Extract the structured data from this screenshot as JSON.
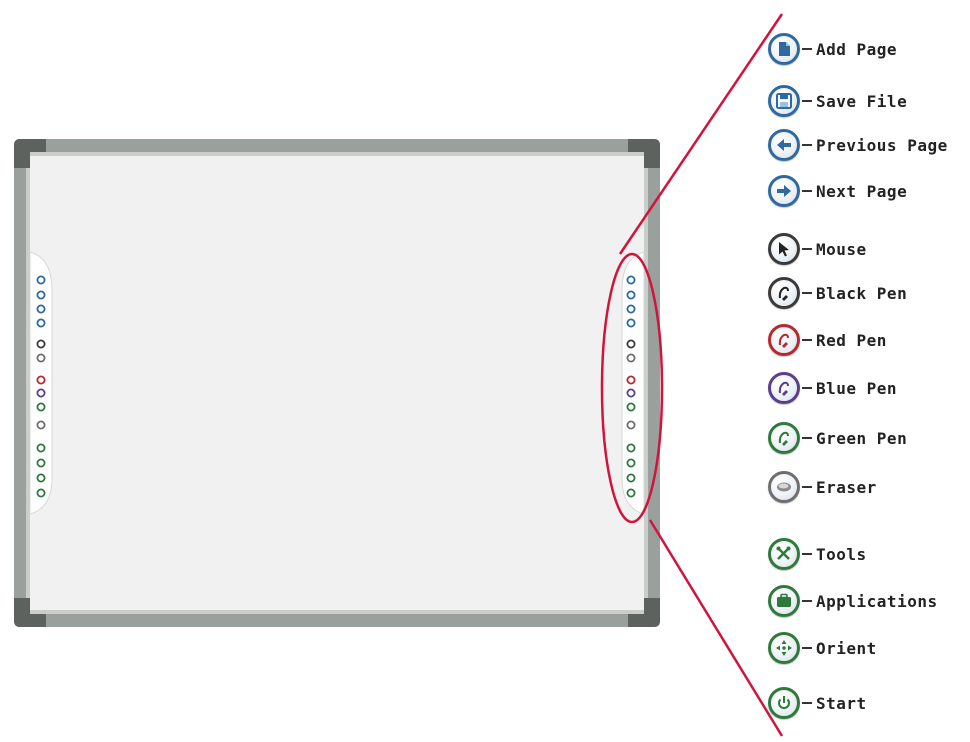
{
  "colors": {
    "frame": "#9aa19c",
    "frame_corner": "#5d625f",
    "board_surface": "#f1f1f1",
    "callout_line": "#d0143c",
    "ring_blue": "#2e6aa0",
    "ring_black": "#3a3a3a",
    "ring_red": "#b8282f",
    "ring_purple": "#5a3f8e",
    "ring_green": "#2f7a3b",
    "ring_gray": "#6f6f6f"
  },
  "legend": {
    "items": [
      {
        "label": "Add Page",
        "icon": "add-page-icon",
        "ring": "#2e6aa0"
      },
      {
        "label": "Save File",
        "icon": "save-file-icon",
        "ring": "#2e6aa0"
      },
      {
        "label": "Previous Page",
        "icon": "previous-page-icon",
        "ring": "#2e6aa0"
      },
      {
        "label": "Next Page",
        "icon": "next-page-icon",
        "ring": "#2e6aa0"
      },
      {
        "label": "Mouse",
        "icon": "mouse-cursor-icon",
        "ring": "#3a3a3a"
      },
      {
        "label": "Black Pen",
        "icon": "black-pen-icon",
        "ring": "#3a3a3a"
      },
      {
        "label": "Red Pen",
        "icon": "red-pen-icon",
        "ring": "#b8282f"
      },
      {
        "label": "Blue Pen",
        "icon": "blue-pen-icon",
        "ring": "#5a3f8e"
      },
      {
        "label": "Green Pen",
        "icon": "green-pen-icon",
        "ring": "#2f7a3b"
      },
      {
        "label": "Eraser",
        "icon": "eraser-icon",
        "ring": "#6f6f6f"
      },
      {
        "label": "Tools",
        "icon": "tools-icon",
        "ring": "#2f7a3b"
      },
      {
        "label": "Applications",
        "icon": "applications-icon",
        "ring": "#2f7a3b"
      },
      {
        "label": "Orient",
        "icon": "orient-icon",
        "ring": "#2f7a3b"
      },
      {
        "label": "Start",
        "icon": "start-icon",
        "ring": "#2f7a3b"
      }
    ]
  }
}
